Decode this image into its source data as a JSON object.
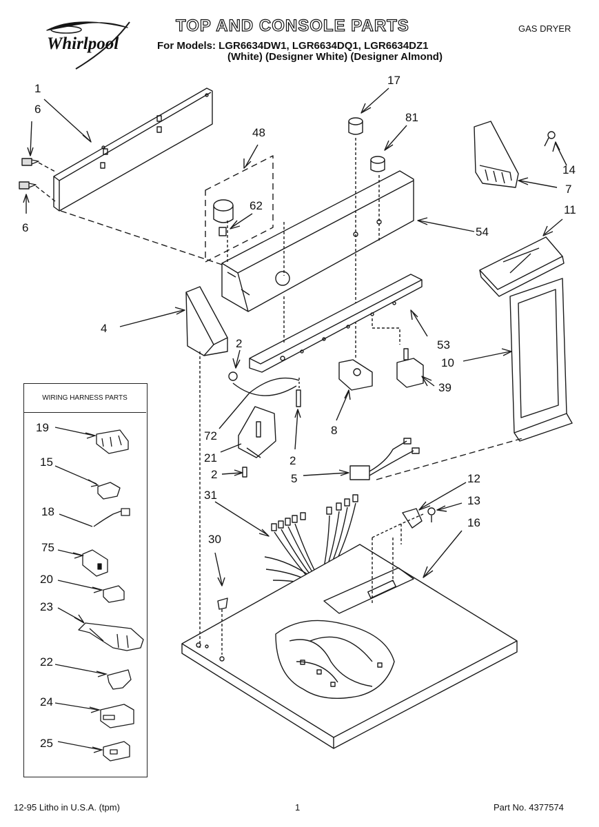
{
  "header": {
    "title": "TOP AND CONSOLE PARTS",
    "brand": "Whirlpool",
    "models_line": "For Models: LGR6634DW1, LGR6634DQ1, LGR6634DZ1",
    "finishes_line": "(White) (Designer White) (Designer Almond)",
    "product_type": "GAS DRYER"
  },
  "wiring_box": {
    "title": "WIRING HARNESS PARTS"
  },
  "callouts": {
    "c1": "1",
    "c6a": "6",
    "c6b": "6",
    "c48": "48",
    "c62": "62",
    "c17": "17",
    "c81": "81",
    "c14": "14",
    "c7": "7",
    "c11": "11",
    "c54": "54",
    "c4": "4",
    "c53": "53",
    "c2a": "2",
    "c10": "10",
    "c39": "39",
    "c8": "8",
    "c72": "72",
    "c2b": "2",
    "c21": "21",
    "c2c": "2",
    "c5": "5",
    "c12": "12",
    "c13": "13",
    "c31": "31",
    "c16": "16",
    "c30": "30",
    "c19": "19",
    "c15": "15",
    "c18": "18",
    "c75": "75",
    "c20": "20",
    "c23": "23",
    "c22": "22",
    "c24": "24",
    "c25": "25"
  },
  "footer": {
    "print_info": "12-95 Litho in U.S.A. (tpm)",
    "page_number": "1",
    "part_number": "Part No. 4377574"
  }
}
